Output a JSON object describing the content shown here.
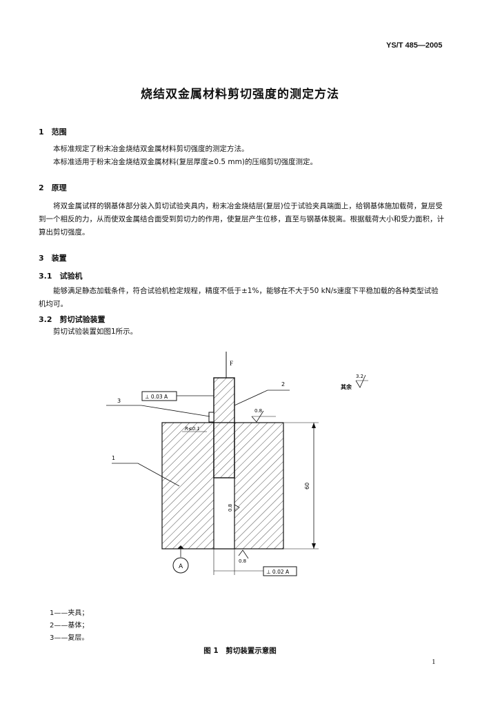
{
  "header": {
    "standard_no": "YS/T 485—2005"
  },
  "title": "烧结双金属材料剪切强度的测定方法",
  "s1": {
    "heading": "1　范围",
    "p1": "本标准规定了粉末冶金烧结双金属材料剪切强度的测定方法。",
    "p2": "本标准适用于粉末冶金烧结双金属材料(复层厚度≥0.5 mm)的压缩剪切强度测定。"
  },
  "s2": {
    "heading": "2　原理",
    "p1": "将双金属试样的钢基体部分装入剪切试验夹具内，粉末冶金烧结层(复层)位于试验夹具端面上，给钢基体施加载荷，复层受到一个相反的力，从而使双金属结合面受到剪切力的作用，使复层产生位移，直至与钢基体脱离。根据载荷大小和受力面积，计算出剪切强度。"
  },
  "s3": {
    "heading": "3　装置",
    "s31_heading": "3.1　试验机",
    "s31_p": "能够满足静态加载条件，符合试验机检定规程，精度不低于±1%，能够在不大于50 kN/s速度下平稳加载的各种类型试验机均可。",
    "s32_heading": "3.2　剪切试验装置",
    "s32_p": "剪切试验装置如图1所示。"
  },
  "figure": {
    "force_label": "F",
    "part1": "1",
    "part2": "2",
    "part3": "3",
    "tol1": "⊥ 0.03 A",
    "tol2": "⊥ 0.02 A",
    "rough_other": "其余",
    "rough_other_value": "3.2",
    "rough1": "0.8",
    "rough2": "0.8",
    "rough3": "0.8",
    "edge_note": "R≤0.1",
    "dim": "60",
    "datum": "A"
  },
  "legend": [
    "1——夹具；",
    "2——基体；",
    "3——复层。"
  ],
  "caption": "图 1　剪切装置示意图",
  "page_number": "1"
}
